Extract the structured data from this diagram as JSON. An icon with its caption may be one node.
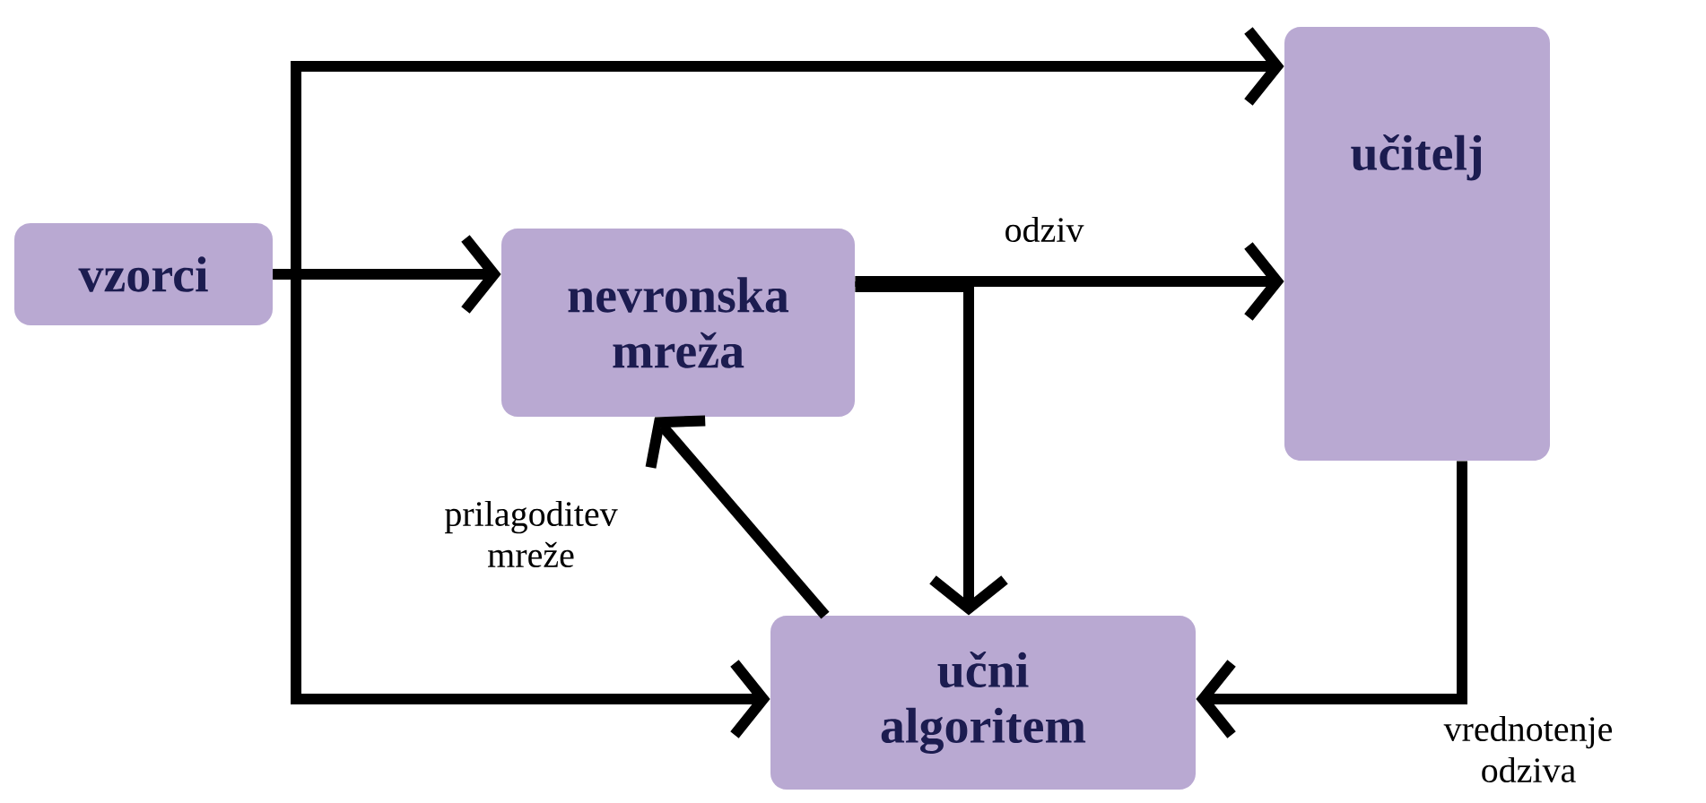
{
  "diagram": {
    "nodes": [
      {
        "text": [
          "vzorci"
        ]
      },
      {
        "text": [
          "nevronska mreža"
        ]
      },
      {
        "text": [
          "učitelj"
        ]
      },
      {
        "text": [
          "učni algoritem"
        ]
      }
    ],
    "edges": [
      {
        "from": 0,
        "to": 1,
        "arrow": "to"
      },
      {
        "from": 0,
        "to": 2,
        "arrow": "to"
      },
      {
        "from": 0,
        "to": 3,
        "arrow": "to"
      },
      {
        "from": 1,
        "to": 2,
        "arrow": "to",
        "label": "odziv"
      },
      {
        "from": 1,
        "to": 3,
        "arrow": "to"
      },
      {
        "from": 2,
        "to": 3,
        "arrow": "to",
        "label": "vrednotenje odziva"
      },
      {
        "from": 3,
        "to": 1,
        "arrow": "to",
        "label": "prilagoditev mreže"
      }
    ]
  }
}
